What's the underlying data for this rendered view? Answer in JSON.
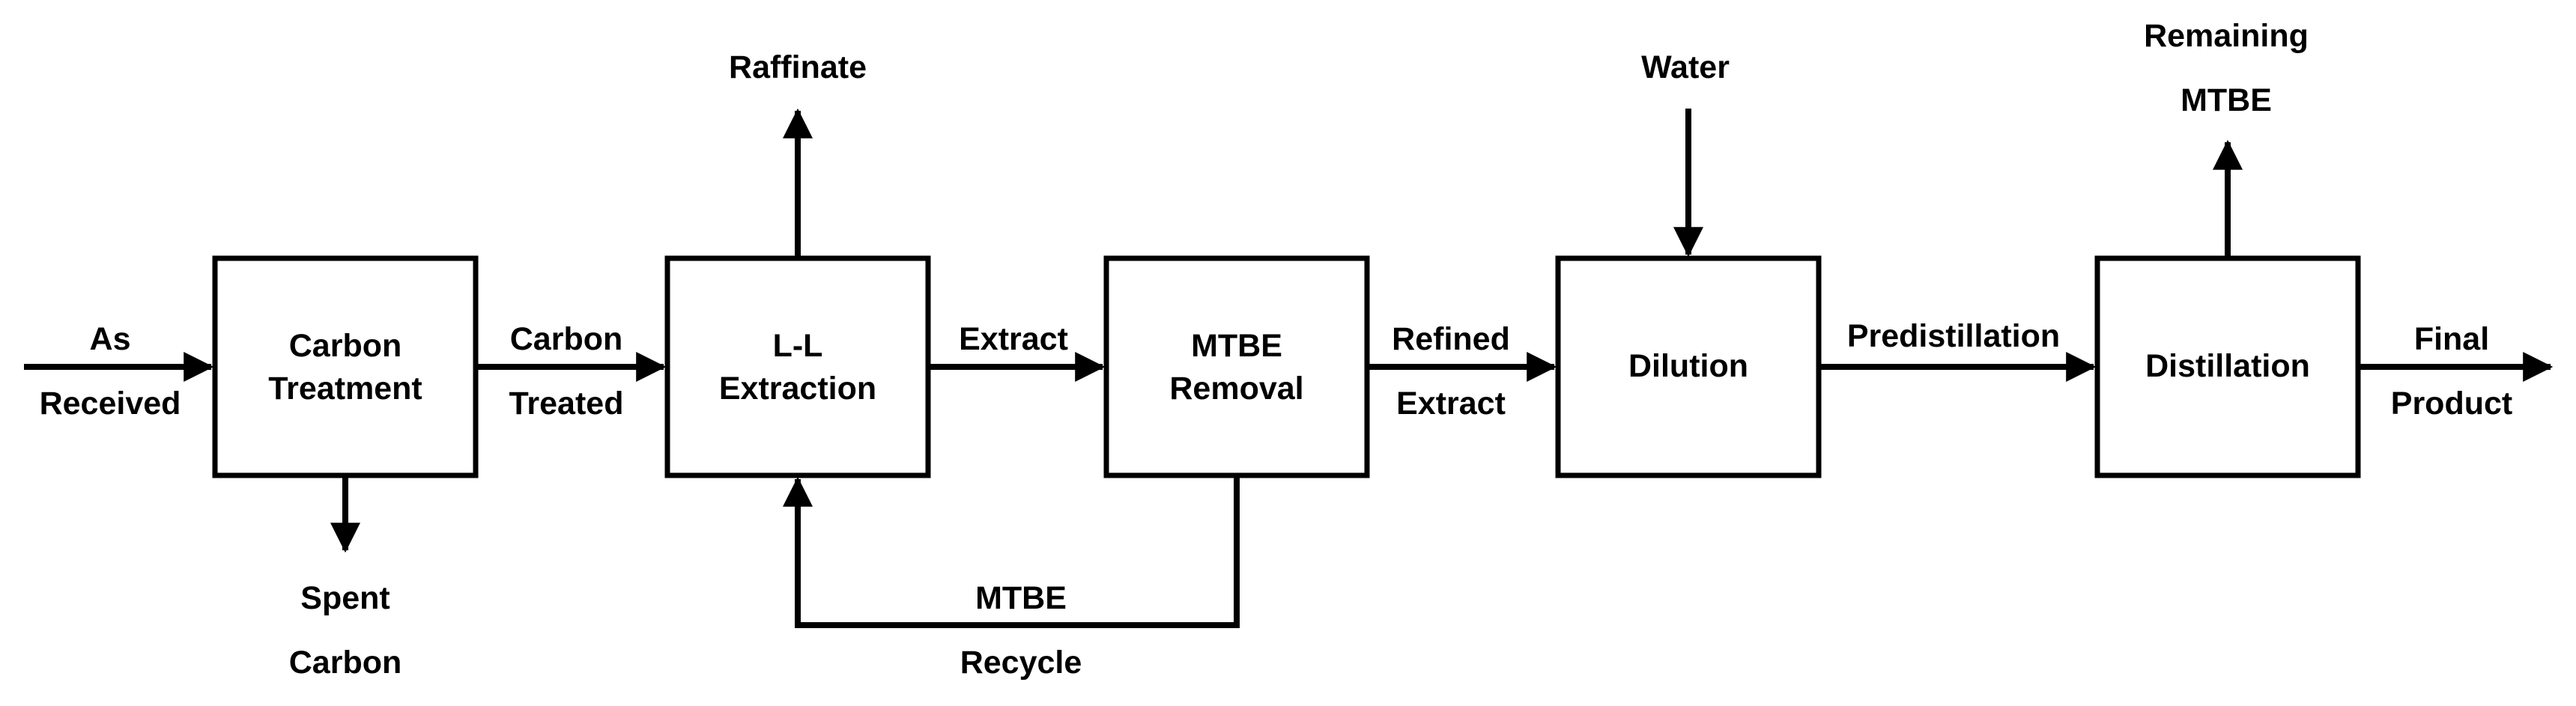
{
  "blocks": {
    "carbon_treatment": [
      "Carbon",
      "Treatment"
    ],
    "ll_extraction": [
      "L-L",
      "Extraction"
    ],
    "mtbe_removal": [
      "MTBE",
      "Removal"
    ],
    "dilution": [
      "Dilution"
    ],
    "distillation": [
      "Distillation"
    ]
  },
  "streams": {
    "as_received": [
      "As",
      "Received"
    ],
    "spent_carbon": [
      "Spent",
      "Carbon"
    ],
    "carbon_treated": [
      "Carbon",
      "Treated"
    ],
    "raffinate": [
      "Raffinate"
    ],
    "extract": [
      "Extract"
    ],
    "mtbe_recycle": [
      "MTBE",
      "Recycle"
    ],
    "refined_extract": [
      "Refined",
      "Extract"
    ],
    "water": [
      "Water"
    ],
    "predistillation": [
      "Predistillation"
    ],
    "remaining_mtbe": [
      "Remaining",
      "MTBE"
    ],
    "final_product": [
      "Final",
      "Product"
    ]
  }
}
